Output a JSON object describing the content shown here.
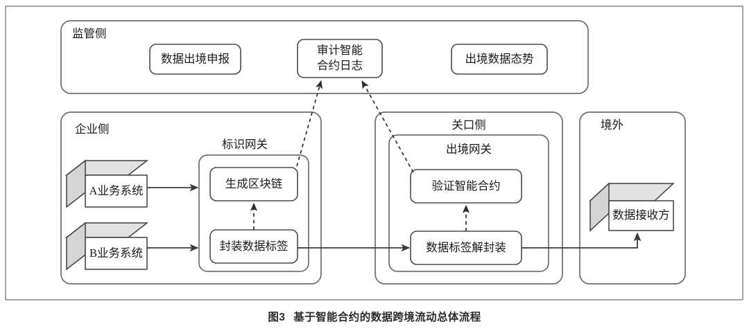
{
  "figure": {
    "caption_number": "图3",
    "caption_title": "基于智能合约的数据跨境流动总体流程"
  },
  "sections": {
    "regulator": {
      "label": "监管侧"
    },
    "enterprise": {
      "label": "企业侧"
    },
    "customs": {
      "label": "关口侧"
    },
    "overseas": {
      "label": "境外"
    }
  },
  "subsections": {
    "id_gateway": {
      "label": "标识网关"
    },
    "exit_gateway": {
      "label": "出境网关"
    }
  },
  "nodes": {
    "declaration": {
      "label": "数据出境申报"
    },
    "audit_log": {
      "label_line1": "审计智能",
      "label_line2": "合约日志"
    },
    "exit_posture": {
      "label": "出境数据态势"
    },
    "system_a": {
      "label": "A业务系统"
    },
    "system_b": {
      "label": "B业务系统"
    },
    "gen_blockchain": {
      "label": "生成区块链"
    },
    "wrap_tag": {
      "label": "封装数据标签"
    },
    "verify_contract": {
      "label": "验证智能合约"
    },
    "unwrap_tag": {
      "label": "数据标签解封装"
    },
    "data_receiver": {
      "label": "数据接收方"
    }
  },
  "colors": {
    "frame": "#8d8d8d",
    "section_border": "#6d6d6d",
    "node_border": "#4a4a4a",
    "cube_top": "#e2e2e2",
    "cube_side": "#d5d5d5",
    "line": "#3a3a3a",
    "text": "#1b1b1b"
  }
}
